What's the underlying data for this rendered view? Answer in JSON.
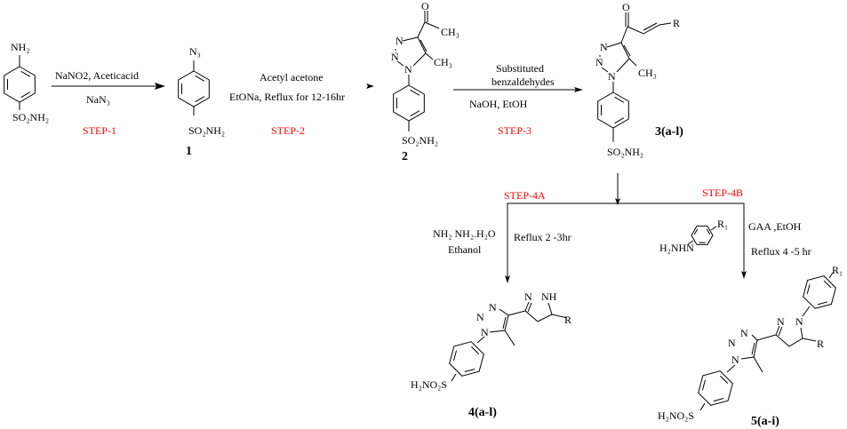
{
  "steps": {
    "step1": {
      "reagent_top": "NaNO2,  Aceticacid",
      "reagent_bottom": "NaN₃",
      "label": "STEP-1"
    },
    "step2": {
      "reagent_top": "Acetyl acetone",
      "reagent_bottom": "EtONa, Reflux for 12-16hr",
      "label": "STEP-2"
    },
    "step3": {
      "reagent_top1": "Substituted",
      "reagent_top2": "benzaldehydes",
      "reagent_bottom": "NaOH,   EtOH",
      "label": "STEP-3"
    },
    "step4a": {
      "label": "STEP-4A",
      "reagent1": "NH₂ NH₂.H₂O",
      "reagent2": "Ethanol",
      "conditions": "Reflux 2 -3hr"
    },
    "step4b": {
      "label": "STEP-4B",
      "reagent_amine": "H₂NHN",
      "reagent_r": "R₁",
      "reagent1": "GAA ,EtOH",
      "conditions": "Reflux 4 -5 hr"
    }
  },
  "compounds": {
    "start": {
      "top": "NH₂",
      "bottom": "SO₂NH₂"
    },
    "c1": {
      "id": "1",
      "top": "N₃",
      "bottom": "SO₂NH₂"
    },
    "c2": {
      "id": "2",
      "n1": "N",
      "n2": "N",
      "n3": "N",
      "o": "O",
      "ch3a": "CH₃",
      "ch3b": "CH₃",
      "bottom": "SO₂NH₂"
    },
    "c3": {
      "id": "3(a-l)",
      "n1": "N",
      "n2": "N",
      "n3": "N",
      "o": "O",
      "r": "R",
      "ch3": "CH₃",
      "bottom": "SO₂NH₂"
    },
    "c4": {
      "id": "4(a-l)",
      "n1": "N",
      "n2": "N",
      "n3": "N",
      "pn": "N",
      "pnh": "NH",
      "r": "R",
      "bottom": "H₂NO₂S"
    },
    "c5": {
      "id": "5(a-i)",
      "n1": "N",
      "n2": "N",
      "n3": "N",
      "pn1": "N",
      "pn2": "N",
      "r": "R",
      "r1": "R₁",
      "bottom": "H₂NO₂S"
    }
  }
}
